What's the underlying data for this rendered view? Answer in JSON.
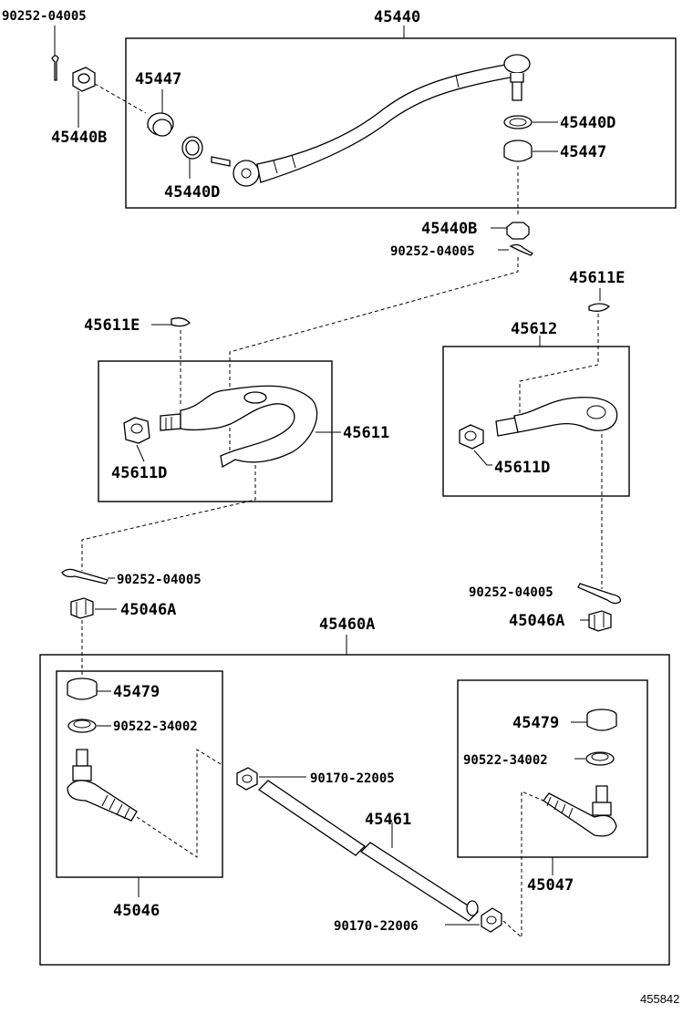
{
  "labels": {
    "cotter_pin_top": "90252-04005",
    "drag_link_assy": "45440",
    "seat_left_top": "45447",
    "nut_left_top": "45440B",
    "dust_cover_right_top": "45440D",
    "seat_right_top": "45447",
    "dust_cover_left_top": "45440D",
    "nut_mid": "45440B",
    "cotter_pin_mid": "90252-04005",
    "key_left": "45611E",
    "key_right": "45611E",
    "knuckle_arm_right_assy": "45612",
    "knuckle_arm_left": "45611",
    "nut_arm_left": "45611D",
    "nut_arm_right": "45611D",
    "cotter_pin_left_low": "90252-04005",
    "cotter_pin_right_low": "90252-04005",
    "castle_nut_left": "45046A",
    "castle_nut_right": "45046A",
    "tie_rod_assy": "45460A",
    "seat_left_low": "45479",
    "dust_seal_left_low": "90522-34002",
    "seat_right_low": "45479",
    "dust_seal_right_low": "90522-34002",
    "clamp_upper": "90170-22005",
    "tie_rod_tube": "45461",
    "clamp_lower": "90170-22006",
    "tie_rod_end_left": "45046",
    "tie_rod_end_right": "45047",
    "diagram_id": "455842"
  }
}
